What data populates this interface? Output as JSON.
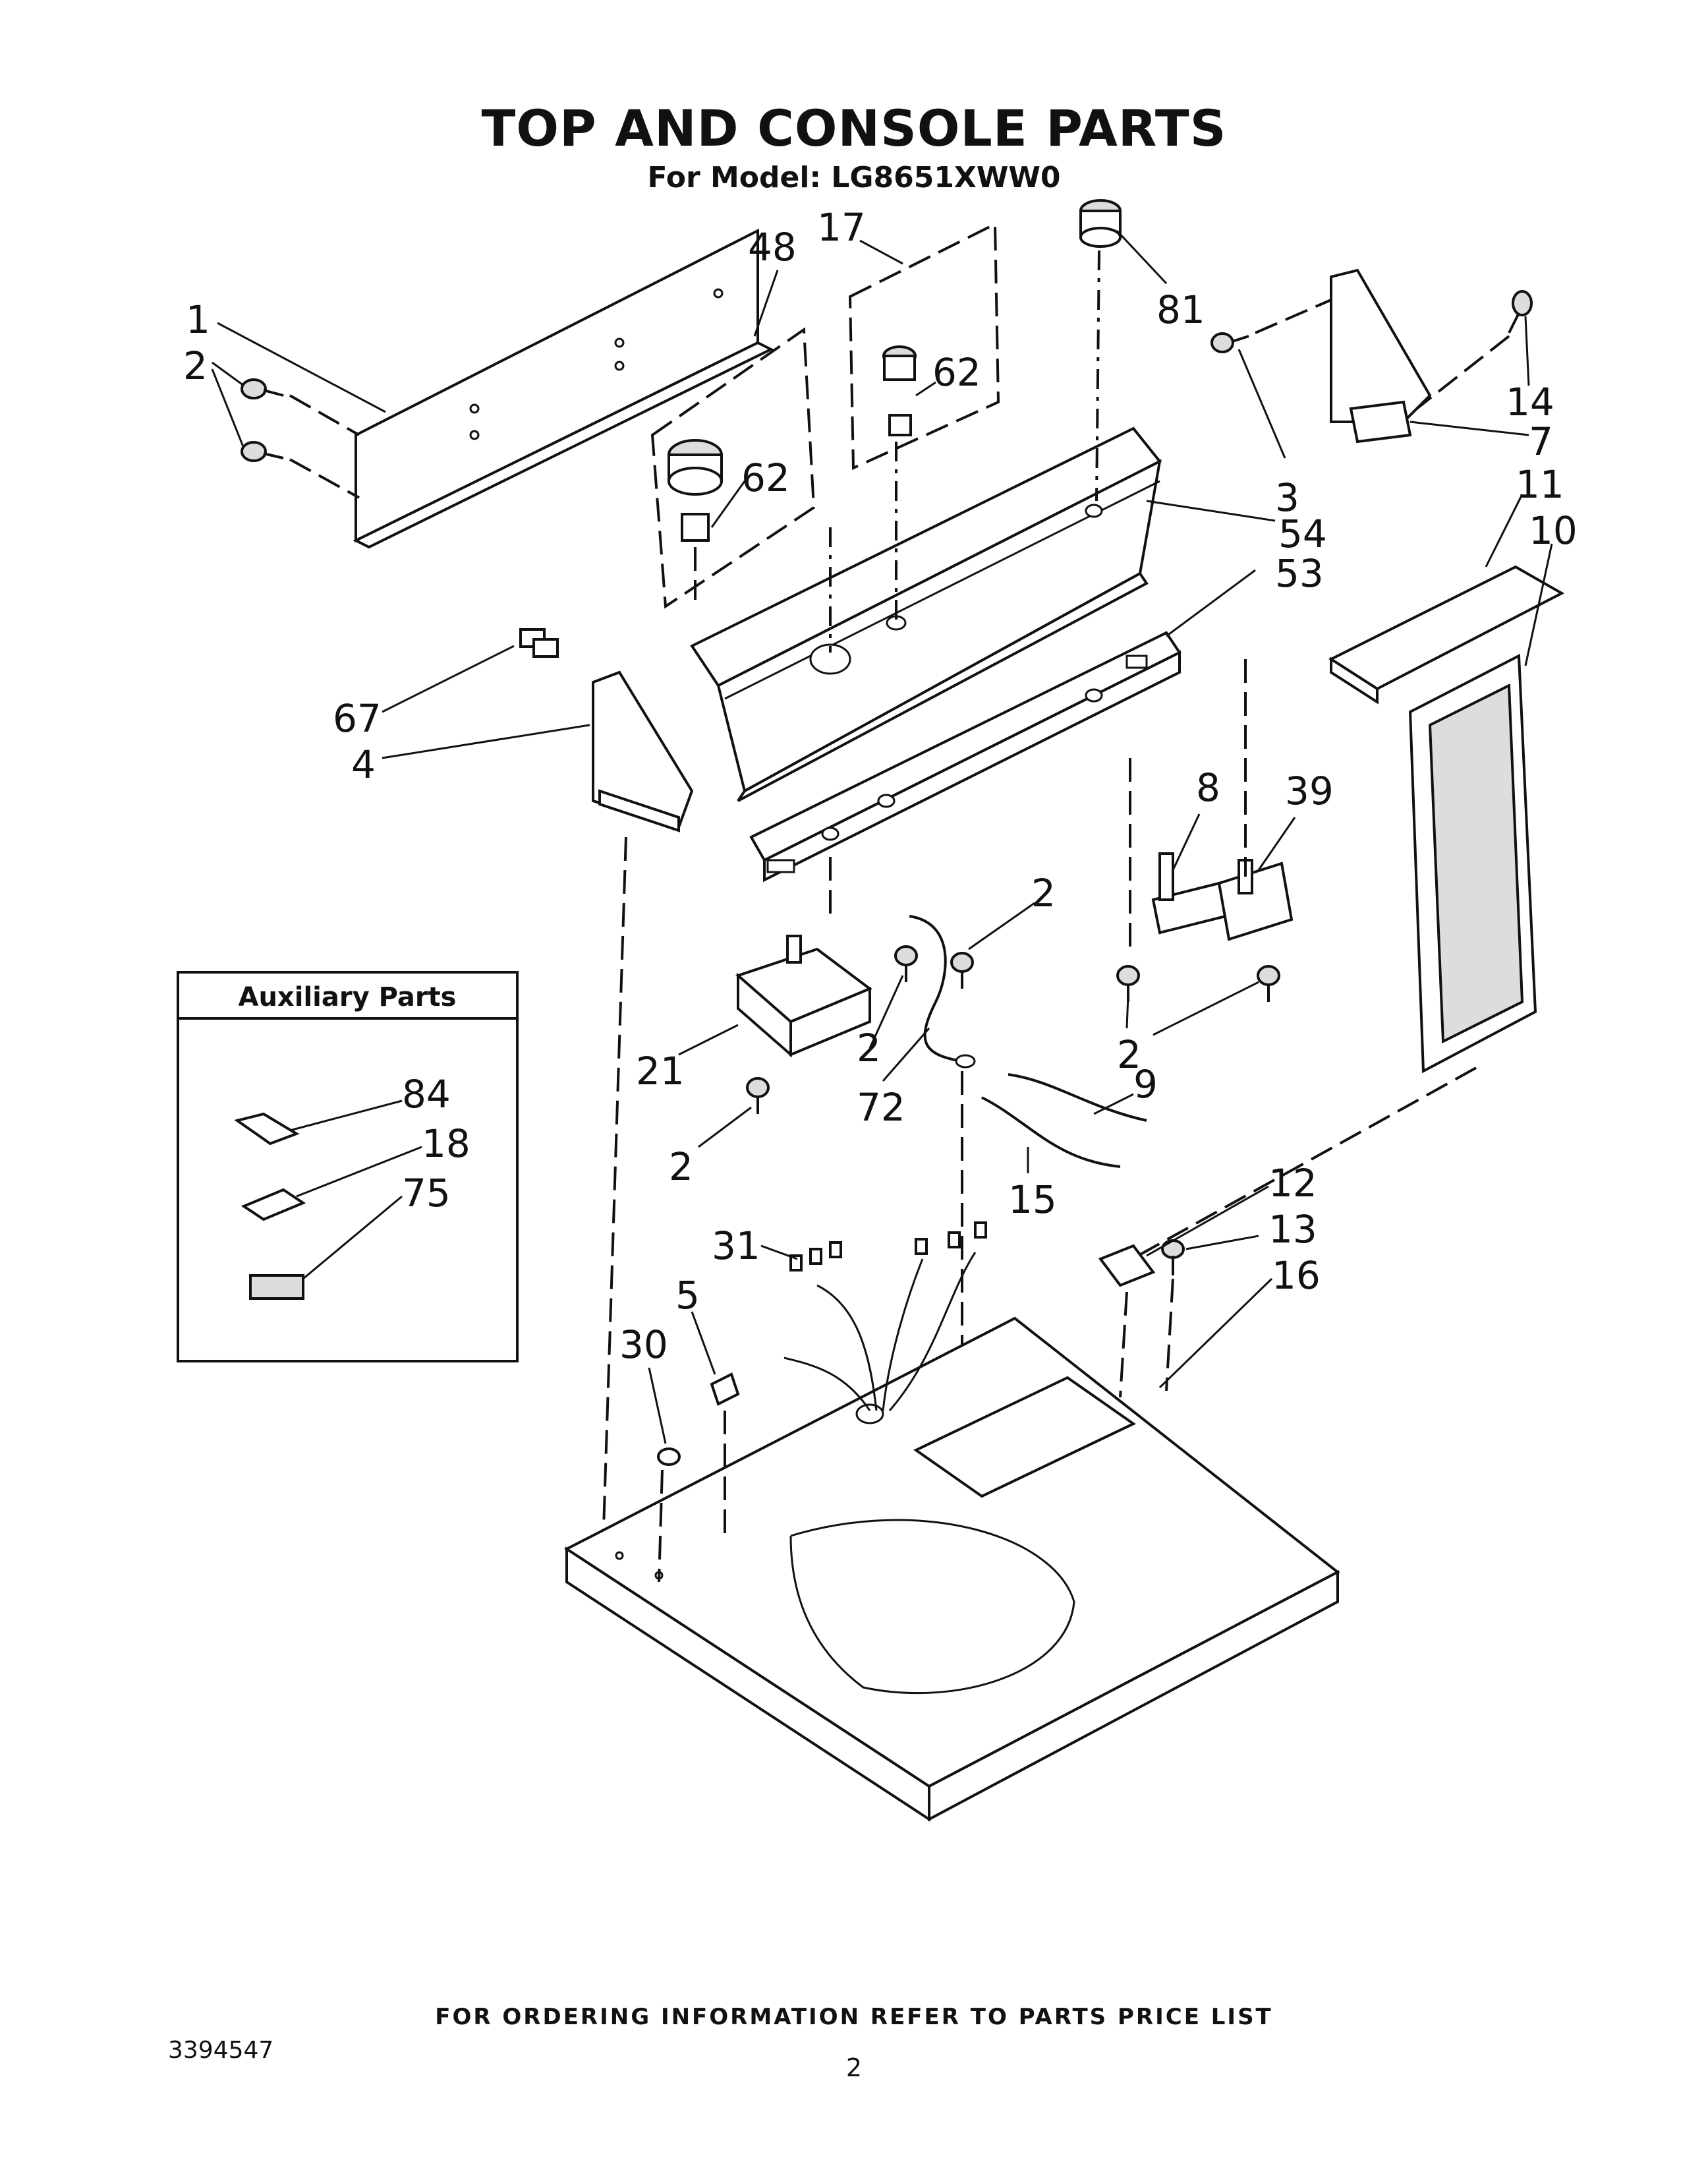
{
  "header": {
    "title": "TOP AND CONSOLE PARTS",
    "subtitle": "For Model: LG8651XWW0"
  },
  "auxiliary": {
    "title": "Auxiliary  Parts"
  },
  "callouts": {
    "c1": "1",
    "c2a": "2",
    "c48": "48",
    "c17": "17",
    "c81": "81",
    "c62a": "62",
    "c62b": "62",
    "c14": "14",
    "c7": "7",
    "c3": "3",
    "c54": "54",
    "c53": "53",
    "c11": "11",
    "c10": "10",
    "c67": "67",
    "c4": "4",
    "c8": "8",
    "c39": "39",
    "c2b": "2",
    "c2c": "2",
    "c2d": "2",
    "c2e": "2",
    "c21": "21",
    "c72": "72",
    "c9": "9",
    "c15": "15",
    "c84": "84",
    "c18": "18",
    "c75": "75",
    "c12": "12",
    "c13": "13",
    "c16": "16",
    "c31": "31",
    "c5": "5",
    "c30": "30"
  },
  "footer": {
    "note": "FOR ORDERING INFORMATION REFER TO PARTS PRICE LIST",
    "doc_number": "3394547",
    "page_number": "2"
  }
}
